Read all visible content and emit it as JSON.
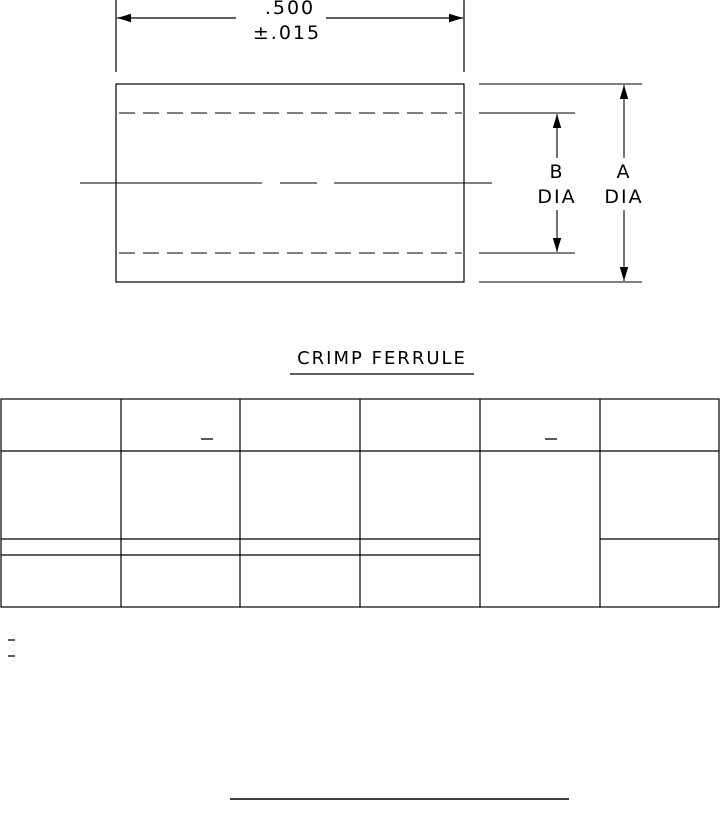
{
  "drawing": {
    "length_dim": ".500",
    "length_tol": "±.015",
    "b_label": "B",
    "a_label": "A",
    "dia_label": "DIA",
    "title": "CRIMP FERRULE"
  },
  "colors": {
    "line": "#000000",
    "background": "#ffffff"
  }
}
